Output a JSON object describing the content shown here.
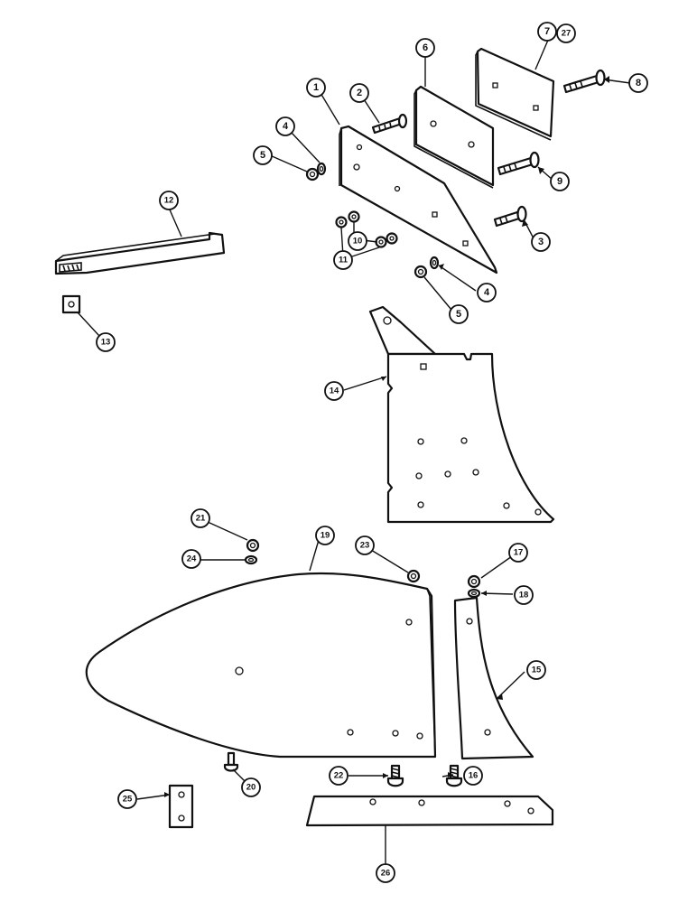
{
  "callouts": [
    {
      "label": "1"
    },
    {
      "label": "2"
    },
    {
      "label": "3"
    },
    {
      "label": "4"
    },
    {
      "label": "4"
    },
    {
      "label": "5"
    },
    {
      "label": "5"
    },
    {
      "label": "6"
    },
    {
      "label": "7"
    },
    {
      "label": "27"
    },
    {
      "label": "8"
    },
    {
      "label": "9"
    },
    {
      "label": "10"
    },
    {
      "label": "11"
    },
    {
      "label": "12"
    },
    {
      "label": "13"
    },
    {
      "label": "14"
    },
    {
      "label": "15"
    },
    {
      "label": "16"
    },
    {
      "label": "17"
    },
    {
      "label": "18"
    },
    {
      "label": "19"
    },
    {
      "label": "20"
    },
    {
      "label": "21"
    },
    {
      "label": "22"
    },
    {
      "label": "23"
    },
    {
      "label": "24"
    },
    {
      "label": "25"
    },
    {
      "label": "26"
    }
  ]
}
